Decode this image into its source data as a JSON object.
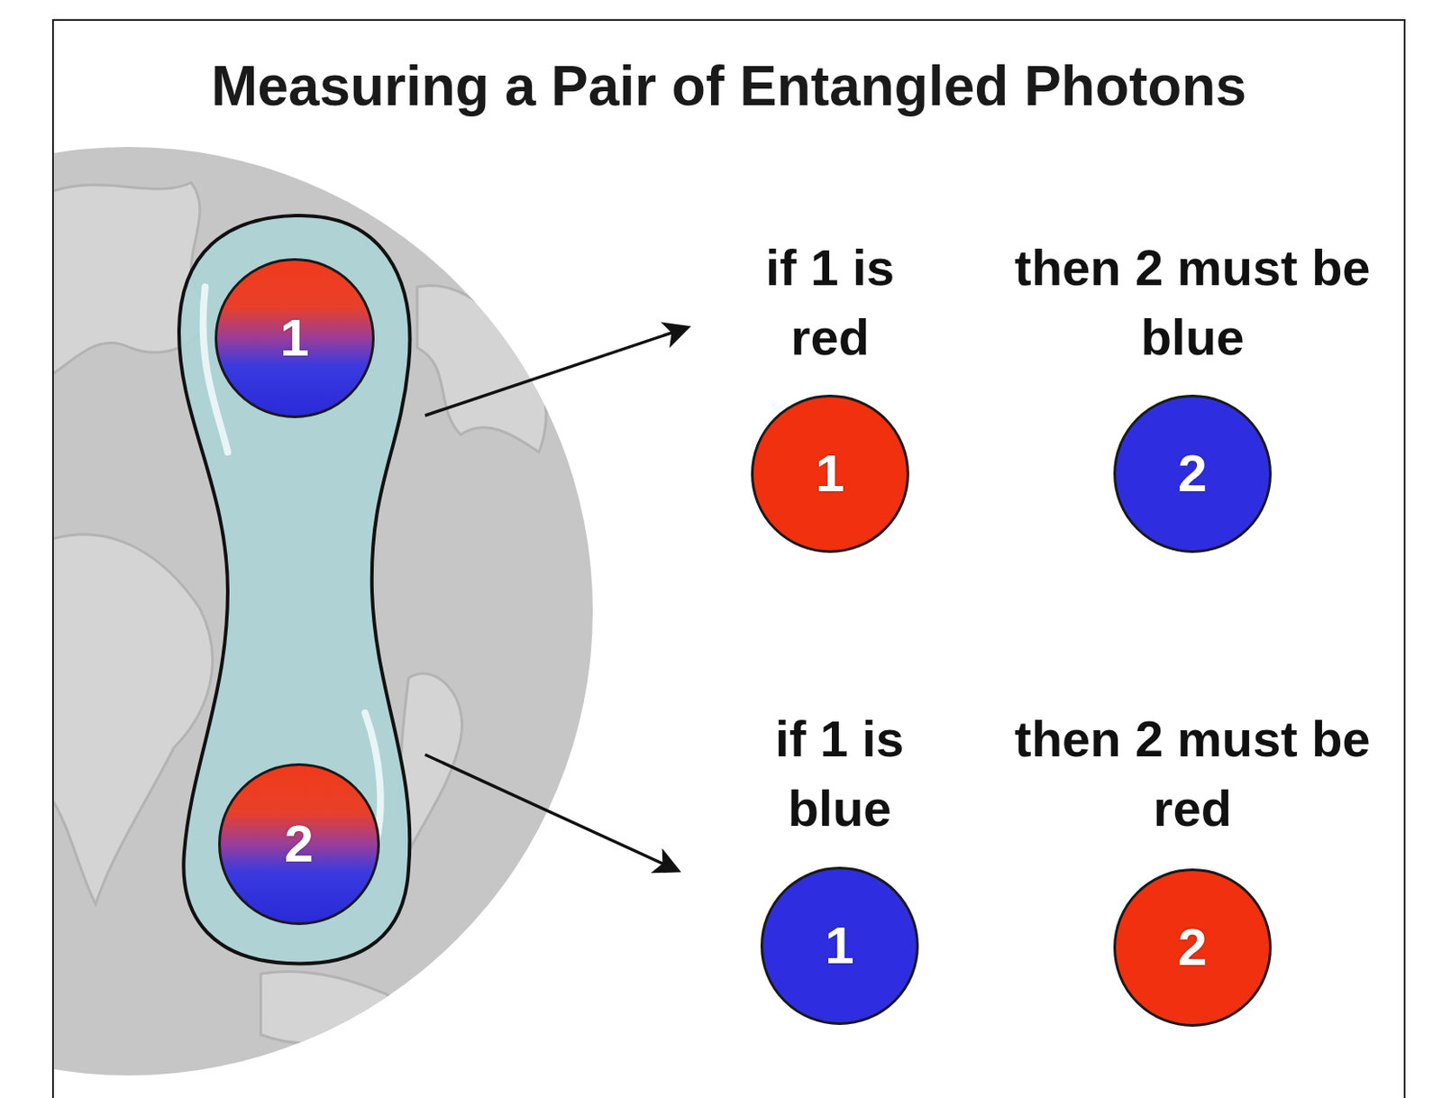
{
  "diagram": {
    "title": "Measuring a Pair of Entangled Photons",
    "nodes": [
      {
        "text": [
          "1"
        ]
      },
      {
        "text": [
          "2"
        ]
      },
      {
        "text": [
          "if 1 is red",
          "1"
        ]
      },
      {
        "text": [
          "then 2 must be blue",
          "2"
        ]
      },
      {
        "text": [
          "if 1 is blue",
          "1"
        ]
      },
      {
        "text": [
          "then 2 must be red",
          "2"
        ]
      }
    ]
  }
}
